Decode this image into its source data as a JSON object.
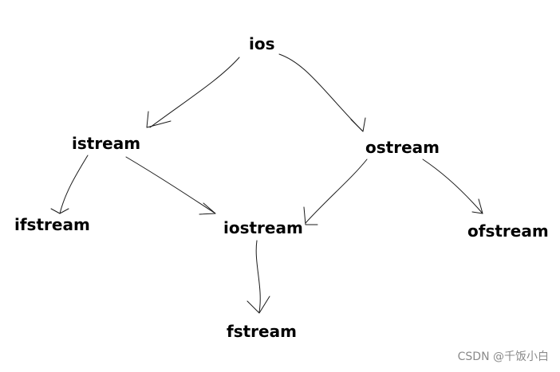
{
  "nodes": {
    "ios": "ios",
    "istream": "istream",
    "ostream": "ostream",
    "ifstream": "ifstream",
    "iostream": "iostream",
    "ofstream": "ofstream",
    "fstream": "fstream"
  },
  "edges": [
    {
      "from": "ios",
      "to": "istream"
    },
    {
      "from": "ios",
      "to": "ostream"
    },
    {
      "from": "istream",
      "to": "ifstream"
    },
    {
      "from": "istream",
      "to": "iostream"
    },
    {
      "from": "ostream",
      "to": "iostream"
    },
    {
      "from": "ostream",
      "to": "ofstream"
    },
    {
      "from": "iostream",
      "to": "fstream"
    }
  ],
  "watermark": "CSDN @千饭小白"
}
